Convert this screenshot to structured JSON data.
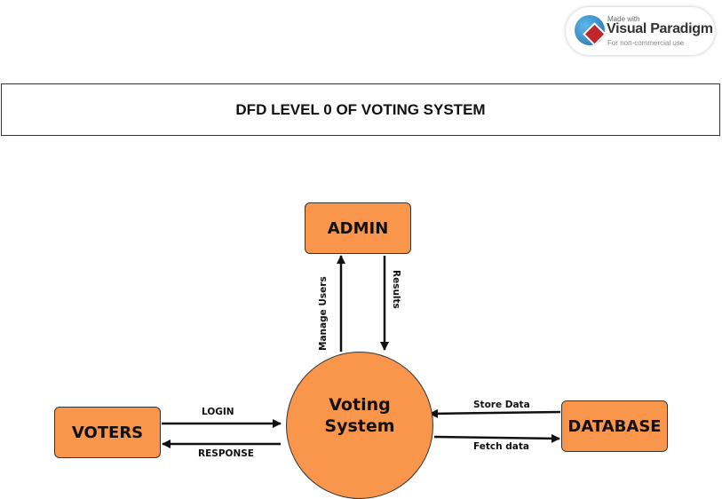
{
  "watermark": {
    "made_with": "Made with",
    "brand": "Visual Paradigm",
    "tagline": "For non-commercial use"
  },
  "title": "DFD LEVEL 0  OF VOTING SYSTEM",
  "entities": {
    "admin": "ADMIN",
    "voters": "VOTERS",
    "database": "DATABASE"
  },
  "process": {
    "line1": "Voting",
    "line2": "System"
  },
  "flows": {
    "manage_users": "Manage Users",
    "results": "Results",
    "login": "LOGIN",
    "response": "RESPONSE",
    "store_data": "Store Data",
    "fetch_data": "Fetch data"
  }
}
